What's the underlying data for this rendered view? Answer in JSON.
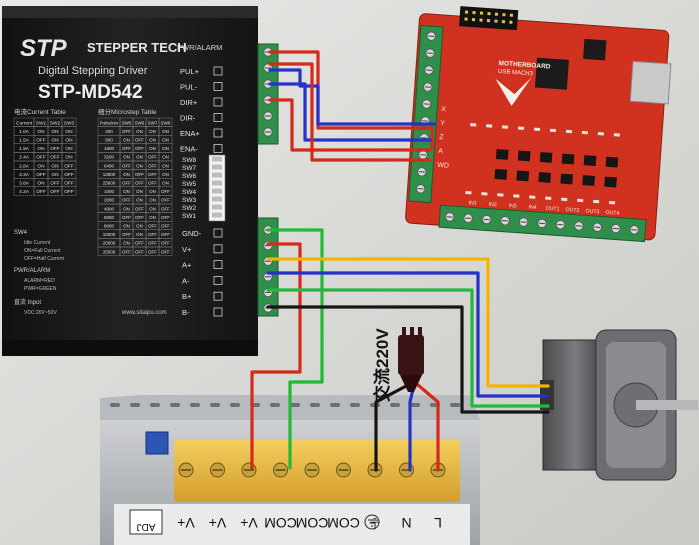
{
  "driver": {
    "brand": "STP",
    "company": "STEPPER TECH",
    "subtitle": "Digital Stepping Driver",
    "model": "STP-MD542",
    "current_table_title": "电流Current Table",
    "current_table": {
      "headers": [
        "Current",
        "SW1",
        "SW2",
        "SW3"
      ],
      "rows": [
        [
          "1.0A",
          "ON",
          "ON",
          "ON"
        ],
        [
          "1.5A",
          "OFF",
          "ON",
          "ON"
        ],
        [
          "1.9A",
          "ON",
          "OFF",
          "ON"
        ],
        [
          "2.4A",
          "OFF",
          "OFF",
          "ON"
        ],
        [
          "2.8A",
          "ON",
          "ON",
          "OFF"
        ],
        [
          "3.3A",
          "OFF",
          "ON",
          "OFF"
        ],
        [
          "3.8A",
          "ON",
          "OFF",
          "OFF"
        ],
        [
          "4.2A",
          "OFF",
          "OFF",
          "OFF"
        ]
      ]
    },
    "microstep_table_title": "细分Microstep Table",
    "microstep_table": {
      "headers": [
        "Pulse/rev",
        "SW5",
        "SW6",
        "SW7",
        "SW8"
      ],
      "rows": [
        [
          "400",
          "OFF",
          "ON",
          "ON",
          "ON"
        ],
        [
          "800",
          "ON",
          "OFF",
          "ON",
          "ON"
        ],
        [
          "1600",
          "OFF",
          "OFF",
          "ON",
          "ON"
        ],
        [
          "3200",
          "ON",
          "ON",
          "OFF",
          "ON"
        ],
        [
          "6400",
          "OFF",
          "ON",
          "OFF",
          "ON"
        ],
        [
          "12800",
          "ON",
          "OFF",
          "OFF",
          "ON"
        ],
        [
          "25600",
          "OFF",
          "OFF",
          "OFF",
          "ON"
        ],
        [
          "1000",
          "ON",
          "ON",
          "ON",
          "OFF"
        ],
        [
          "2000",
          "OFF",
          "ON",
          "ON",
          "OFF"
        ],
        [
          "4000",
          "ON",
          "OFF",
          "ON",
          "OFF"
        ],
        [
          "5000",
          "OFF",
          "OFF",
          "ON",
          "OFF"
        ],
        [
          "8000",
          "ON",
          "ON",
          "OFF",
          "OFF"
        ],
        [
          "10000",
          "OFF",
          "ON",
          "OFF",
          "OFF"
        ],
        [
          "20000",
          "ON",
          "OFF",
          "OFF",
          "OFF"
        ],
        [
          "25000",
          "OFF",
          "OFF",
          "OFF",
          "OFF"
        ]
      ]
    },
    "sw4_title": "SW4",
    "sw4_lines": [
      "Idle Current",
      "ON=Full Current",
      "OFF=Half Current"
    ],
    "pwr_alarm_title": "PWR/ALARM",
    "pwr_alarm_lines": [
      "ALARM=RED",
      "PWR=GREEN"
    ],
    "input_title": "直流 Input",
    "input_value": "VDC:20V~50V",
    "website": "www.sitaipu.com",
    "signal_header": "PWR/ALARM",
    "signal_labels": [
      "PUL+",
      "PUL-",
      "DIR+",
      "DIR-",
      "ENA+",
      "ENA-"
    ],
    "dip_labels": [
      "SW8",
      "SW7",
      "SW6",
      "SW5",
      "SW4",
      "SW3",
      "SW2",
      "SW1"
    ],
    "power_labels": [
      "GND-",
      "V+",
      "A+",
      "A-",
      "B+",
      "B-"
    ]
  },
  "bob": {
    "line1": "MOTHERBOARD",
    "line2": "USB MACH3",
    "port_labels": [
      "X",
      "Y",
      "Z",
      "A",
      "WD"
    ],
    "bottom_labels": [
      "IN1",
      "IN2",
      "IN3",
      "IN4",
      "OUT1",
      "OUT2",
      "OUT3",
      "OUT4"
    ]
  },
  "psu": {
    "terminal_labels": [
      "V+",
      "V+",
      "V+",
      "COM",
      "COM",
      "COM",
      "⏚",
      "N",
      "L"
    ],
    "adj_label": "ADJ"
  },
  "ac_label": "交流220V",
  "colors": {
    "red": "#d42a1c",
    "green": "#22b83a",
    "blue": "#2432c8",
    "yellow": "#f2b400",
    "black": "#151515",
    "driver_body": "#1b1b1c",
    "terminal_green": "#2f8e4a",
    "board_red": "#d0321f"
  },
  "icons": [
    "stepper-motor",
    "plug-icon",
    "ground-icon"
  ]
}
